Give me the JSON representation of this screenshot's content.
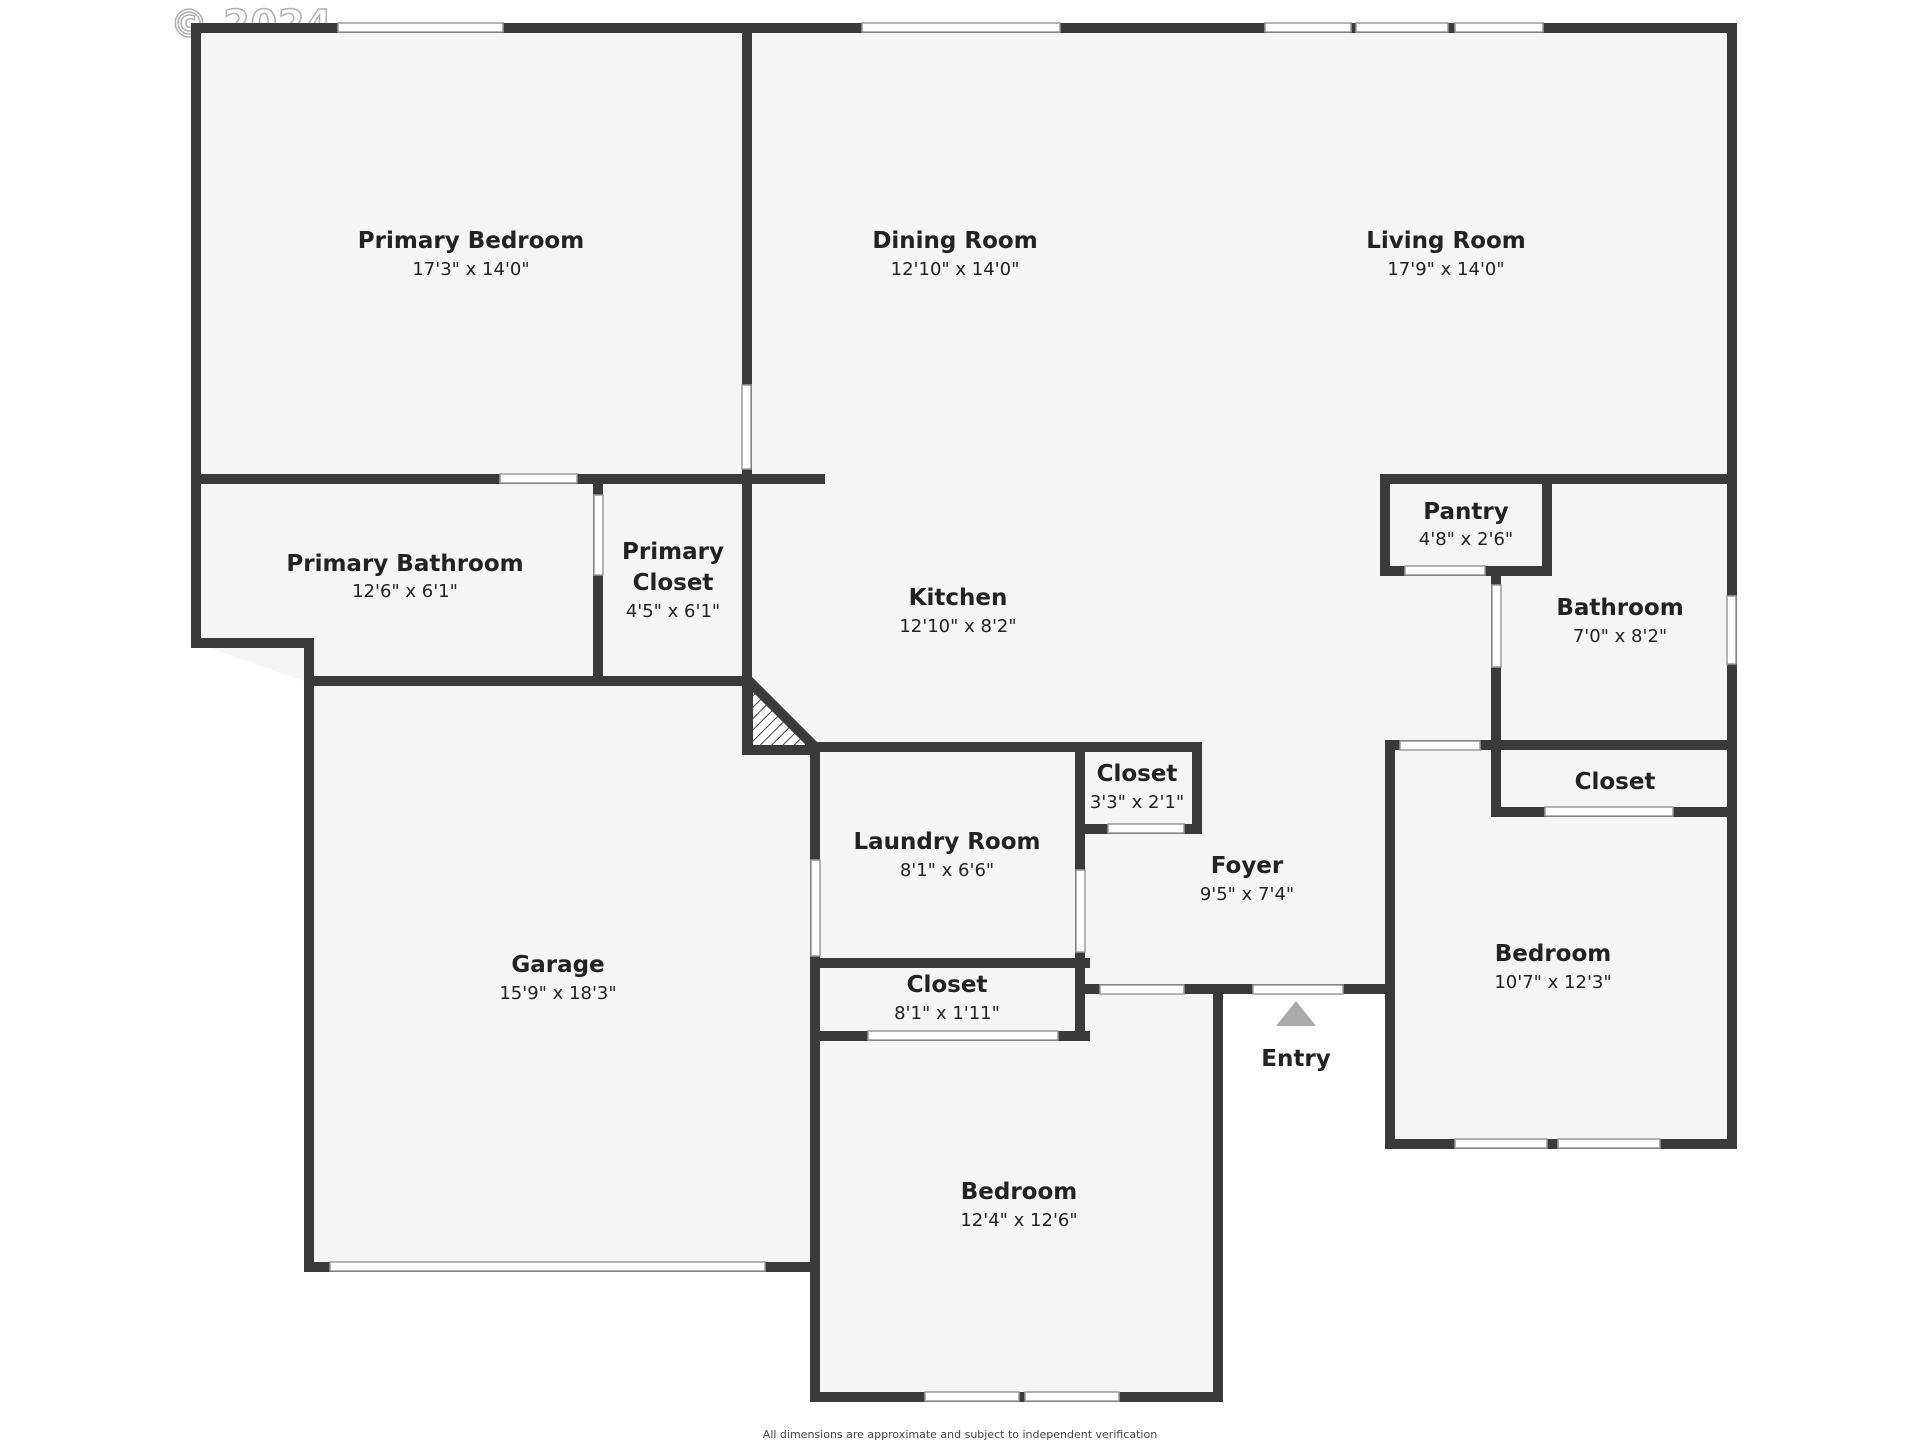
{
  "watermark": "© 2024",
  "disclaimer": "All dimensions are approximate and subject to independent verification",
  "entry_label": "Entry",
  "rooms": {
    "primary_bedroom": {
      "name": "Primary Bedroom",
      "dims": "17'3\" x 14'0\""
    },
    "dining_room": {
      "name": "Dining Room",
      "dims": "12'10\" x 14'0\""
    },
    "living_room": {
      "name": "Living Room",
      "dims": "17'9\" x 14'0\""
    },
    "primary_bathroom": {
      "name": "Primary Bathroom",
      "dims": "12'6\" x 6'1\""
    },
    "primary_closet": {
      "name_line1": "Primary",
      "name_line2": "Closet",
      "dims": "4'5\" x 6'1\""
    },
    "kitchen": {
      "name": "Kitchen",
      "dims": "12'10\" x 8'2\""
    },
    "pantry": {
      "name": "Pantry",
      "dims": "4'8\" x 2'6\""
    },
    "bathroom": {
      "name": "Bathroom",
      "dims": "7'0\" x 8'2\""
    },
    "closet_foyer": {
      "name": "Closet",
      "dims": "3'3\" x 2'1\""
    },
    "closet_bedroom_right": {
      "name": "Closet"
    },
    "laundry_room": {
      "name": "Laundry Room",
      "dims": "8'1\" x 6'6\""
    },
    "foyer": {
      "name": "Foyer",
      "dims": "9'5\" x 7'4\""
    },
    "garage": {
      "name": "Garage",
      "dims": "15'9\" x 18'3\""
    },
    "closet_hall": {
      "name": "Closet",
      "dims": "8'1\" x 1'11\""
    },
    "bedroom_right": {
      "name": "Bedroom",
      "dims": "10'7\" x 12'3\""
    },
    "bedroom_bottom": {
      "name": "Bedroom",
      "dims": "12'4\" x 12'6\""
    }
  },
  "colors": {
    "wall": "#3a3a3a",
    "floor": "#f5f5f5",
    "entry_arrow": "#aaaaaa"
  }
}
